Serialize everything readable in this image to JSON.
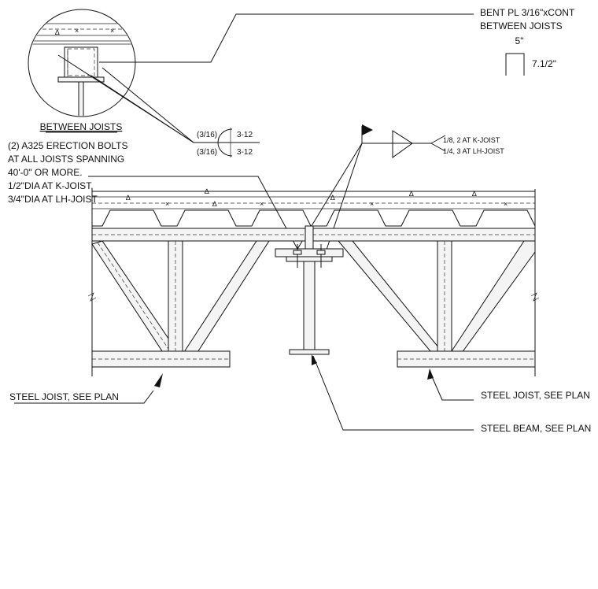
{
  "notes": {
    "bent_plate_line1": "BENT PL 3/16\"xCONT",
    "bent_plate_line2": "BETWEEN JOISTS",
    "dim_width": "5\"",
    "dim_height": "7.1/2\"",
    "detail_title": "BETWEEN JOISTS",
    "bolts_line1": "(2) A325 ERECTION BOLTS",
    "bolts_line2": "AT ALL JOISTS SPANNING",
    "bolts_line3": "40'-0\" OR MORE.",
    "bolts_line4": "1/2\"DIA AT K-JOIST,",
    "bolts_line5": "3/4\"DIA AT LH-JOIST",
    "weld_top_size": "(3/16)",
    "weld_top_len": "3-12",
    "weld_bot_size": "(3/16)",
    "weld_bot_len": "3-12",
    "weld2_line1": "1/8, 2 AT K-JOIST",
    "weld2_line2": "1/4, 3 AT LH-JOIST",
    "joist_left": "STEEL JOIST, SEE PLAN",
    "joist_right": "STEEL JOIST, SEE PLAN",
    "beam": "STEEL BEAM, SEE PLAN"
  }
}
